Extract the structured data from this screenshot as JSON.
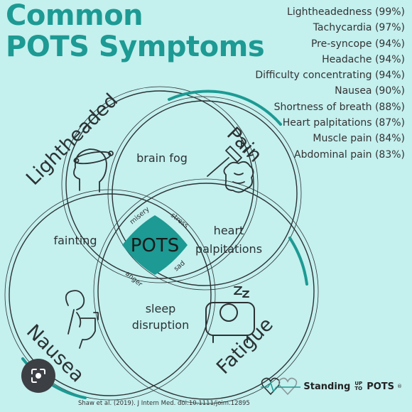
{
  "title": {
    "line1": "Common",
    "line2": "POTS Symptoms"
  },
  "symptoms": [
    "Lightheadedness (99%)",
    "Tachycardia (97%)",
    "Pre-syncope (94%)",
    "Headache (94%)",
    "Difficulty concentrating (94%)",
    "Nausea (90%)",
    "Shortness of breath (88%)",
    "Heart palpitations (87%)",
    "Muscle pain (84%)",
    "Abdominal pain (83%)"
  ],
  "circles": {
    "lightheaded": "Lightheaded",
    "pain": "Pain",
    "nausea": "Nausea",
    "fatigue": "Fatigue"
  },
  "overlaps": {
    "top": "brain fog",
    "left": "fainting",
    "right_line1": "heart",
    "right_line2": "palpitations",
    "bottom_line1": "sleep",
    "bottom_line2": "disruption"
  },
  "center": {
    "label": "POTS",
    "misery": "misery",
    "stress": "stress",
    "anger": "anger",
    "sad": "sad"
  },
  "citation": "Shaw et al. (2019). J Intern Med. doi:10.1111/joim.12895",
  "brand": {
    "part1": "Standing",
    "up": "UP",
    "to": "TO",
    "part2": "POTS",
    "mark": "®"
  },
  "colors": {
    "teal": "#1c9a93",
    "background": "#c4f0ee",
    "ink": "#2b3233"
  }
}
